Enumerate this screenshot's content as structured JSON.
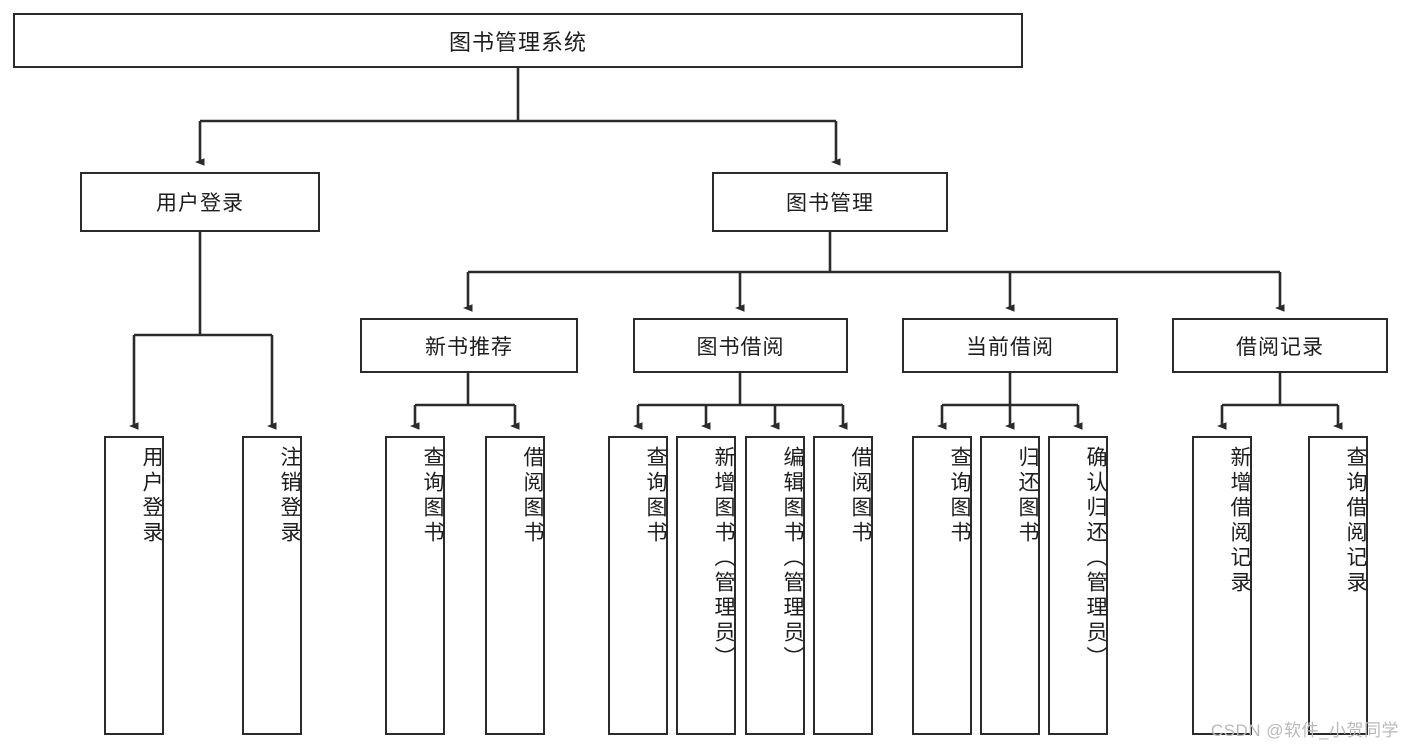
{
  "diagram": {
    "title": "图书管理系统",
    "type": "tree",
    "root": {
      "id": "root",
      "label": "图书管理系统"
    },
    "level1": [
      {
        "id": "user-login",
        "label": "用户登录"
      },
      {
        "id": "book-manage",
        "label": "图书管理"
      }
    ],
    "level2": [
      {
        "id": "new-book-rec",
        "label": "新书推荐"
      },
      {
        "id": "book-borrow",
        "label": "图书借阅"
      },
      {
        "id": "current-borrow",
        "label": "当前借阅"
      },
      {
        "id": "borrow-record",
        "label": "借阅记录"
      }
    ],
    "leaves": {
      "user_login": [
        {
          "id": "leaf-user-login",
          "label": "用户登录"
        },
        {
          "id": "leaf-logout",
          "label": "注销登录"
        }
      ],
      "new_book_rec": [
        {
          "id": "leaf-query-book-1",
          "label": "查询图书"
        },
        {
          "id": "leaf-borrow-book-1",
          "label": "借阅图书"
        }
      ],
      "book_borrow": [
        {
          "id": "leaf-query-book-2",
          "label": "查询图书"
        },
        {
          "id": "leaf-add-book",
          "label": "新增图书（管理员）"
        },
        {
          "id": "leaf-edit-book",
          "label": "编辑图书（管理员）"
        },
        {
          "id": "leaf-borrow-book-2",
          "label": "借阅图书"
        }
      ],
      "current_borrow": [
        {
          "id": "leaf-query-book-3",
          "label": "查询图书"
        },
        {
          "id": "leaf-return-book",
          "label": "归还图书"
        },
        {
          "id": "leaf-confirm-return",
          "label": "确认归还（管理员）"
        }
      ],
      "borrow_record": [
        {
          "id": "leaf-add-record",
          "label": "新增借阅记录"
        },
        {
          "id": "leaf-query-record",
          "label": "查询借阅记录"
        }
      ]
    }
  },
  "watermark": {
    "text": "CSDN @软件_小贺同学"
  },
  "colors": {
    "stroke": "#2b2b2b",
    "background": "#ffffff",
    "text": "#1d1d1d",
    "watermark": "#b9b9b9"
  }
}
